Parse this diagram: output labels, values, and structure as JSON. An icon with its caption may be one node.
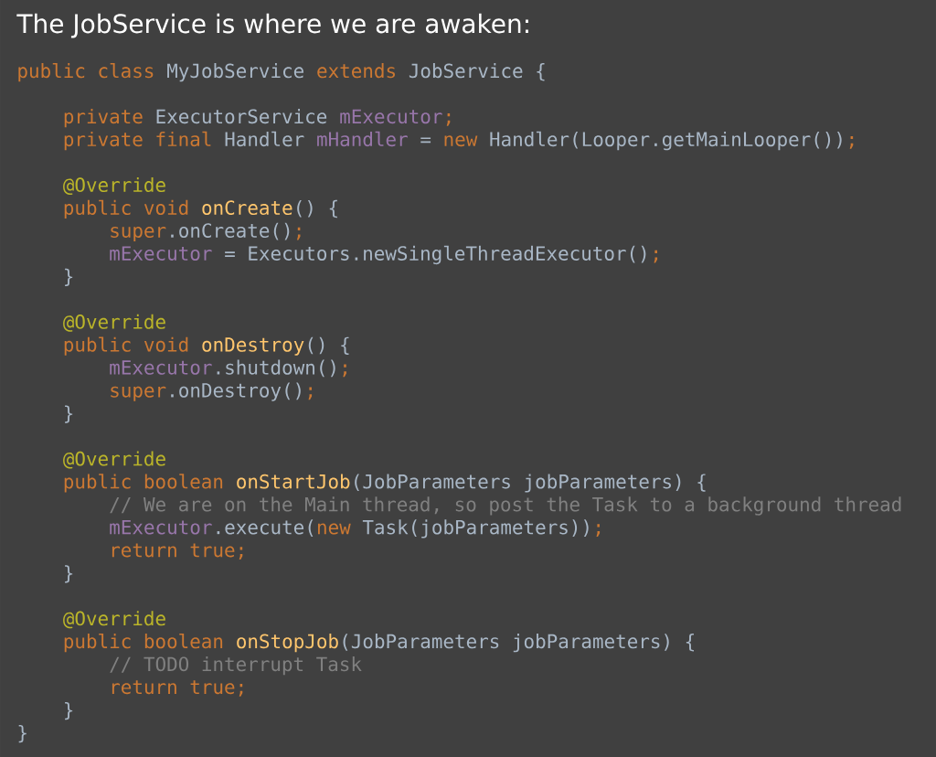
{
  "diagram": {
    "title": "The JobService is where we are awaken:",
    "labels": [
      "public class",
      "MyJobService",
      "extends",
      "JobService {",
      "private",
      "ExecutorService",
      "mExecutor",
      ";",
      "private final",
      "Handler",
      "mHandler",
      "=",
      "new",
      "Handler(Looper.getMainLooper())",
      ";",
      "@Override",
      "public void",
      "onCreate",
      "() {",
      "super",
      ".onCreate()",
      ";",
      "mExecutor",
      "= Executors.newSingleThreadExecutor()",
      ";",
      "}",
      "@Override",
      "public void",
      "onDestroy",
      "() {",
      "mExecutor",
      ".shutdown()",
      ";",
      "super",
      ".onDestroy()",
      ";",
      "}",
      "@Override",
      "public boolean",
      "onStartJob",
      "(JobParameters jobParameters) {",
      "// We are on the Main thread, so post the Task to a background thread",
      "mExecutor",
      ".execute(",
      "new",
      "Task(jobParameters))",
      ";",
      "return true;",
      "}",
      "@Override",
      "public boolean",
      "onStopJob",
      "(JobParameters jobParameters) {",
      "// TODO interrupt Task",
      "return true;",
      "}",
      "}"
    ]
  }
}
